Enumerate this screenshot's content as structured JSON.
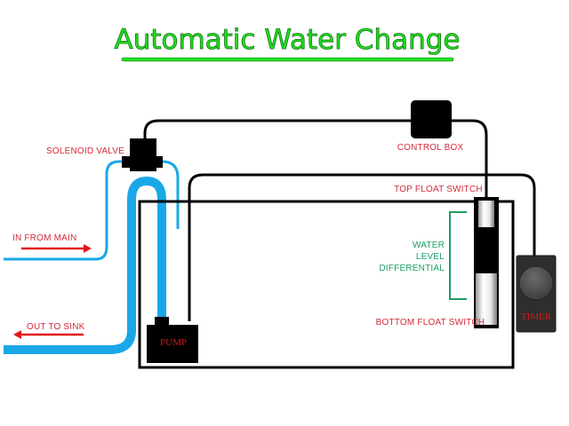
{
  "title": "Automatic Water Change",
  "labels": {
    "solenoid_valve": "SOLENOID VALVE",
    "control_box": "CONTROL BOX",
    "top_float_switch": "TOP FLOAT SWITCH",
    "bottom_float_switch": "BOTTOM FLOAT SWITCH",
    "water_level_differential": [
      "WATER",
      "LEVEL",
      "DIFFERENTIAL"
    ],
    "in_from_main": "IN FROM MAIN",
    "out_to_sink": "OUT TO SINK",
    "pump": "PUMP",
    "timer": "TIMER"
  },
  "colors": {
    "title_fill": "#22e022",
    "title_underline": "#22e022",
    "water_pipe": "#1aa7e8",
    "wire": "#000000",
    "label_red": "#d42a3a",
    "label_green": "#1aa062",
    "arrow_red": "#e01818",
    "timer_body": "#2e2e2e"
  }
}
